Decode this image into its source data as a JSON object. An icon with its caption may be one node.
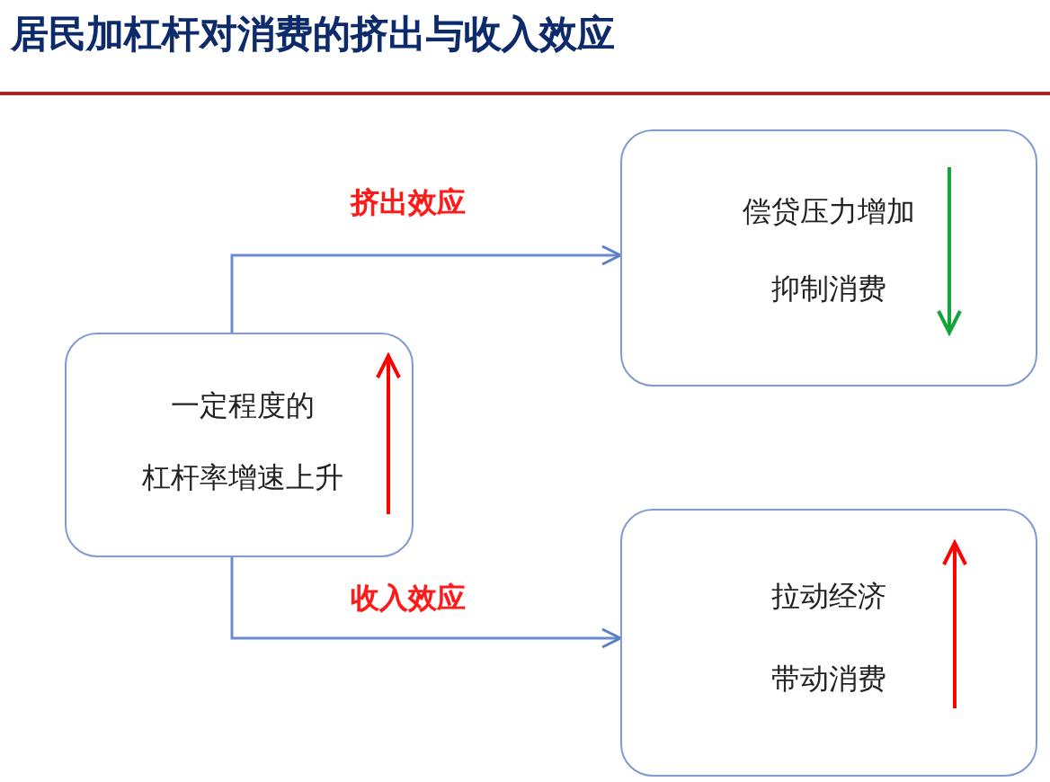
{
  "diagram": {
    "title": "居民加杠杆对消费的挤出与收入效应",
    "nodes": [
      {
        "text": [
          "一定程度的",
          "杠杆率增速上升"
        ]
      },
      {
        "text": [
          "偿贷压力增加",
          "抑制消费"
        ]
      },
      {
        "text": [
          "拉动经济",
          "带动消费"
        ]
      }
    ],
    "edges": [
      {
        "from": 0,
        "to": 1,
        "arrow": "to",
        "label": "挤出效应"
      },
      {
        "from": 0,
        "to": 2,
        "arrow": "to",
        "label": "收入效应"
      }
    ]
  }
}
